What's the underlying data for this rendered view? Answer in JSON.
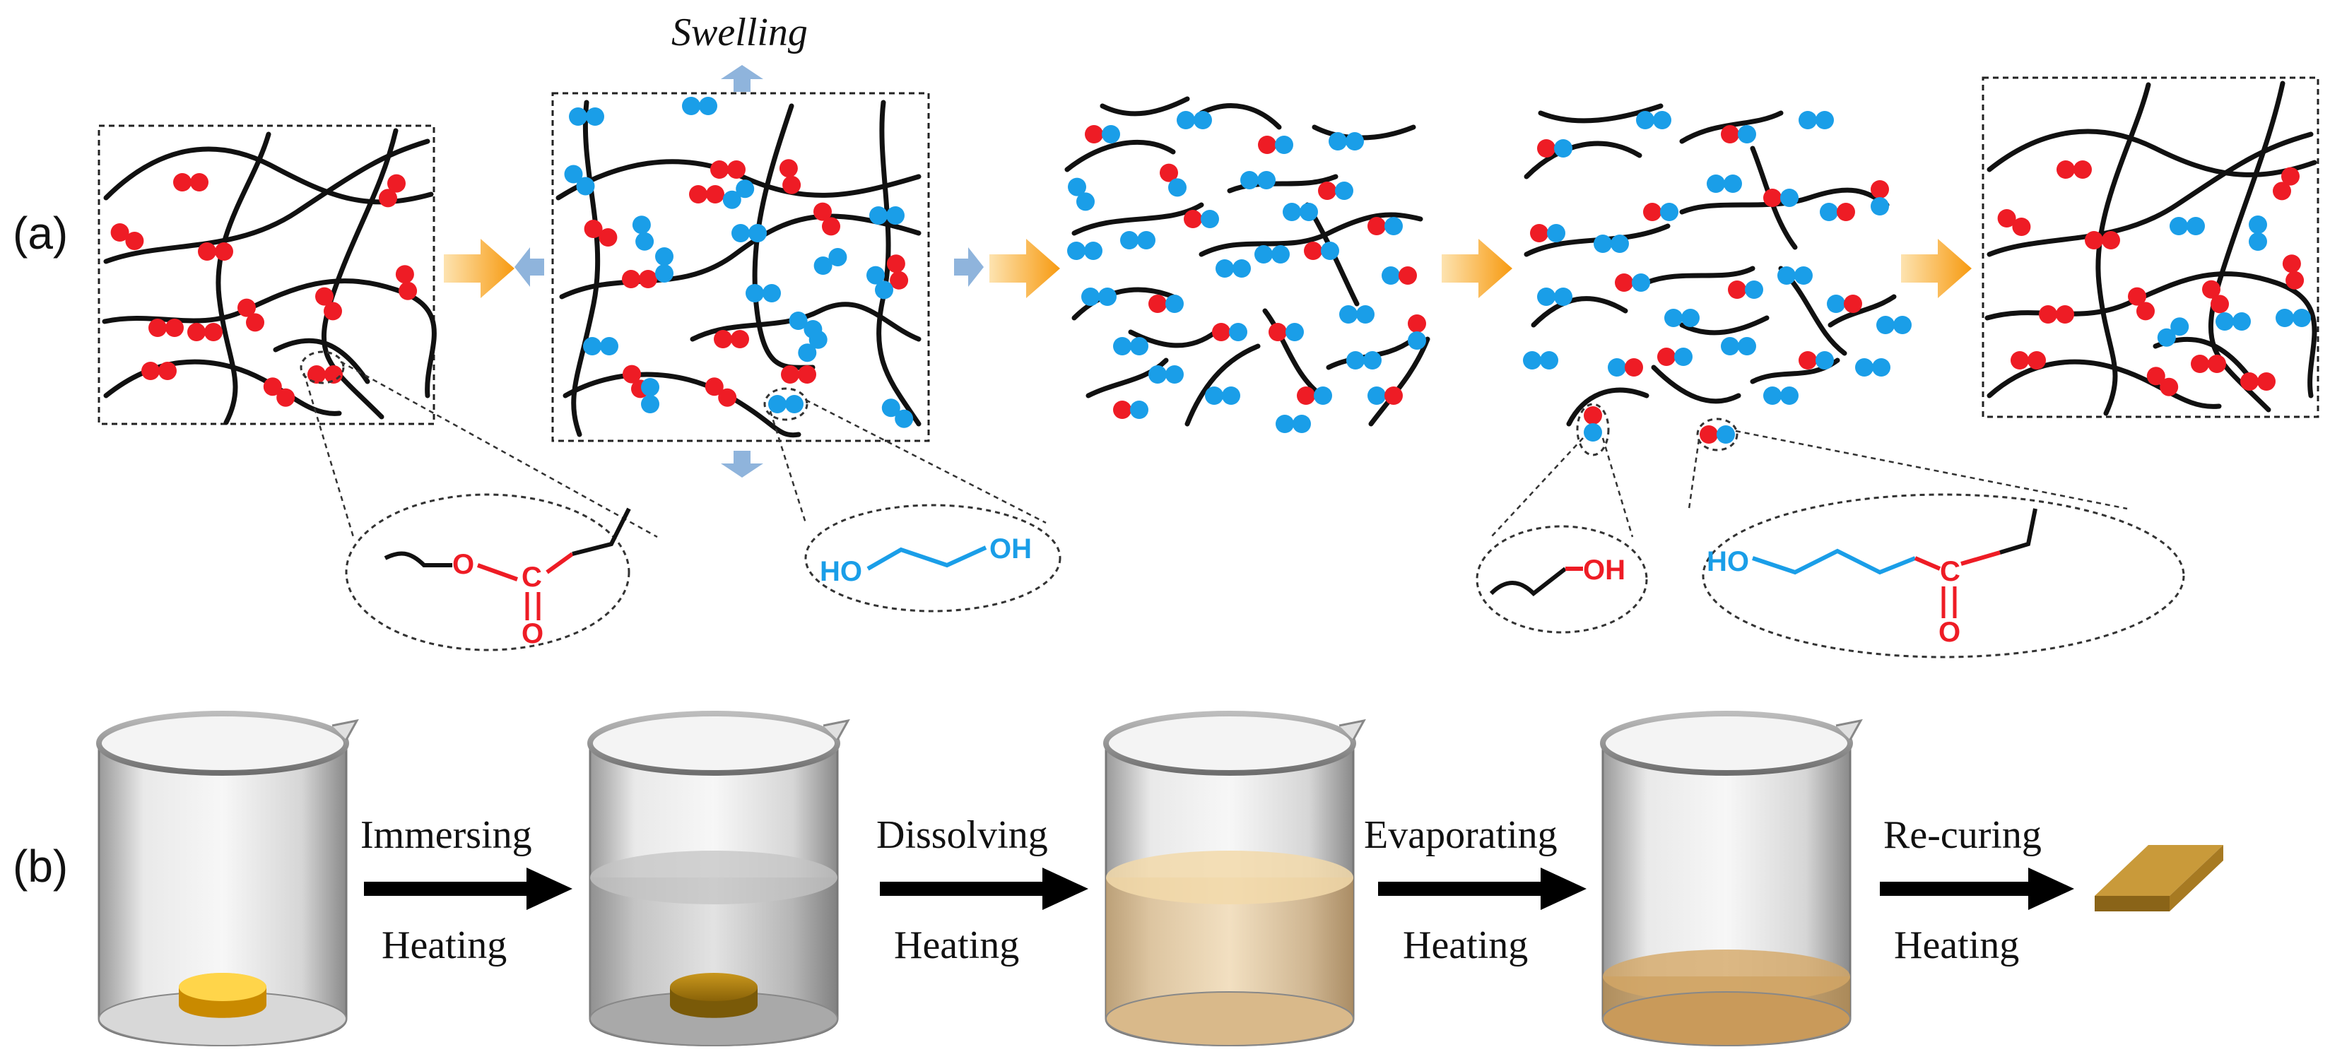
{
  "labels": {
    "panel_a": "(a)",
    "panel_b": "(b)",
    "swelling": "Swelling"
  },
  "chemistry": {
    "ester": {
      "o_single": "O",
      "c": "C",
      "o_double": "O"
    },
    "glycol": {
      "ho_left": "HO",
      "oh_right": "OH"
    },
    "hydroxyl_end": {
      "oh": "OH"
    },
    "hydroxy_ester": {
      "ho": "HO",
      "c": "C",
      "o": "O"
    }
  },
  "steps": [
    {
      "top": "Immersing",
      "bottom": "Heating"
    },
    {
      "top": "Dissolving",
      "bottom": "Heating"
    },
    {
      "top": "Evaporating",
      "bottom": "Heating"
    },
    {
      "top": "Re-curing",
      "bottom": "Heating"
    }
  ],
  "colors": {
    "ester_dot": "#ee1c25",
    "glycol_dot": "#1a9ee8",
    "chain": "#111111",
    "orange_arrow": "#f7a11c",
    "blue_arrow": "#8fb4dc",
    "disk": "#f2b705",
    "solution": "#e8c48a",
    "product": "#b88a2b"
  }
}
